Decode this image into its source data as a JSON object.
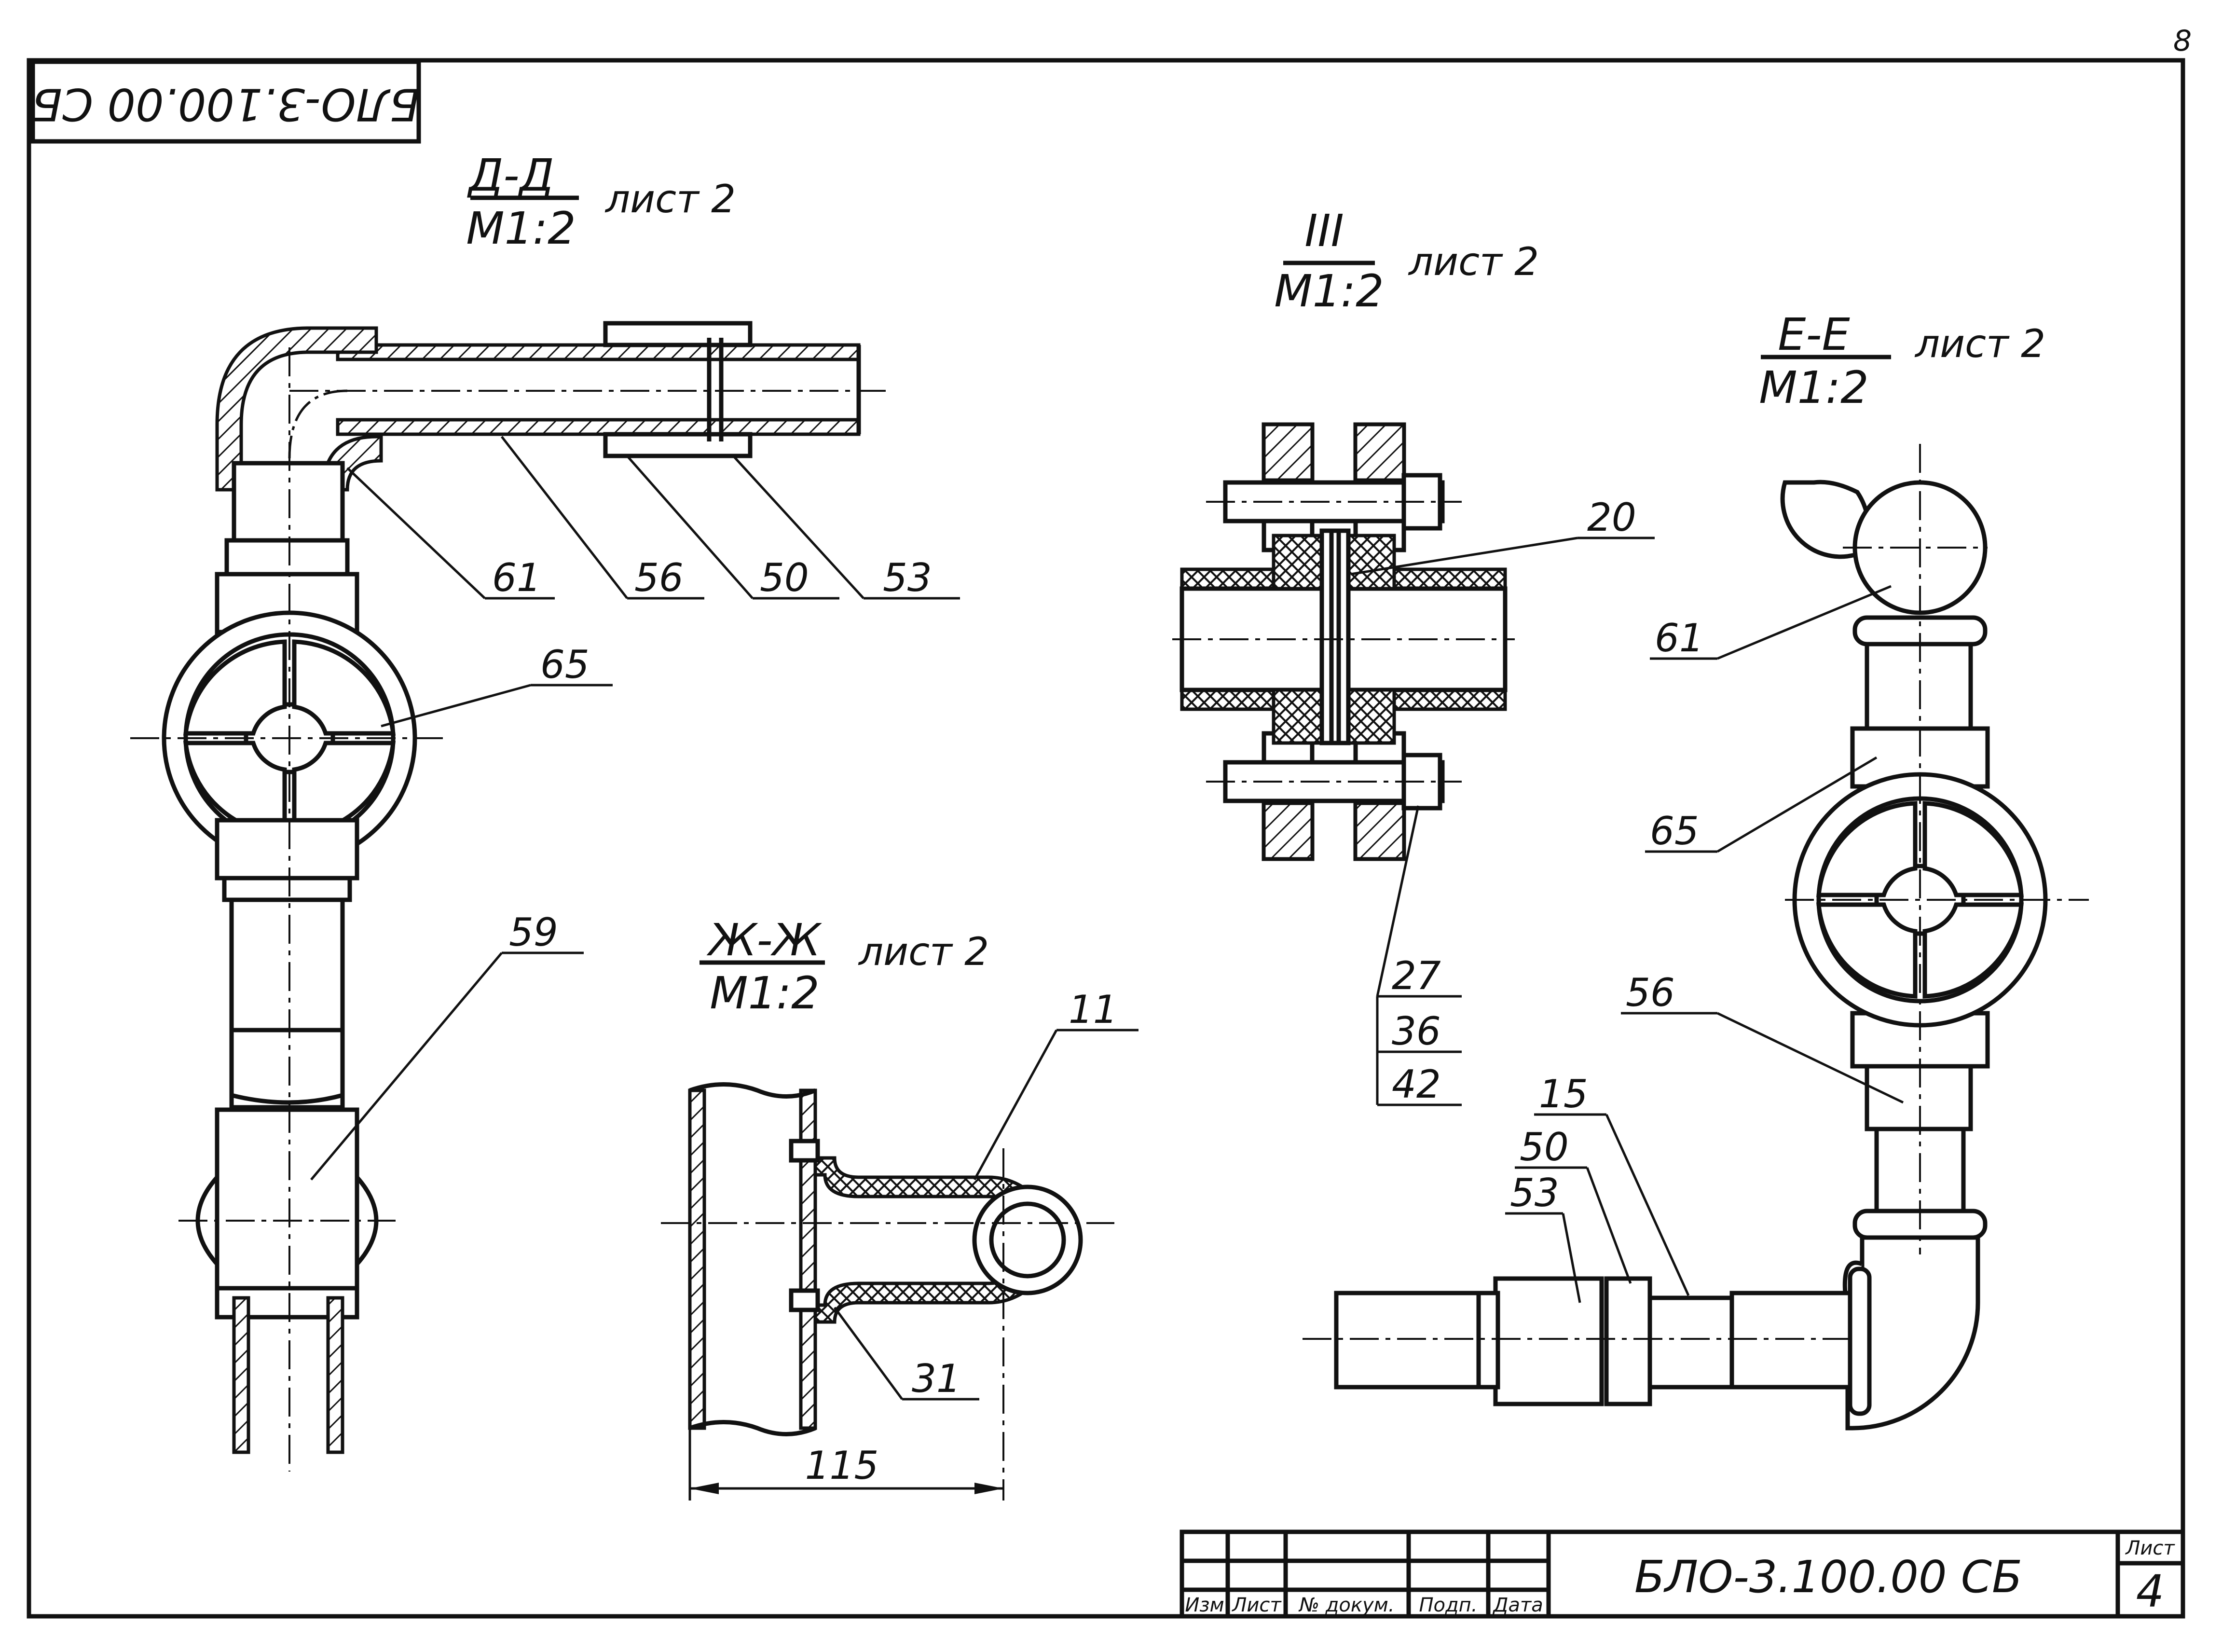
{
  "stamp_rotated": "БЛО-3.100.00 СБ",
  "corner_mark": "8",
  "views": {
    "dd": {
      "title": "Д-Д",
      "scale": "М1:2",
      "sheet": "лист 2"
    },
    "iii": {
      "title": "III",
      "scale": "М1:2",
      "sheet": "лист 2"
    },
    "ee": {
      "title": "Е-Е",
      "scale": "М1:2",
      "sheet": "лист 2"
    },
    "zz": {
      "title": "Ж-Ж",
      "scale": "М1:2",
      "sheet": "лист 2"
    }
  },
  "callouts": {
    "dd": [
      "61",
      "56",
      "50",
      "53",
      "65",
      "59"
    ],
    "iii": [
      "20",
      "27",
      "36",
      "42"
    ],
    "zz": [
      "11",
      "31"
    ],
    "ee": [
      "61",
      "65",
      "56",
      "15",
      "50",
      "53"
    ]
  },
  "dimension": "115",
  "title_block": {
    "headers": [
      "Изм",
      "Лист",
      "№ докум.",
      "Подп.",
      "Дата"
    ],
    "designation": "БЛО-3.100.00 СБ",
    "sheet_label": "Лист",
    "sheet_number": "4"
  }
}
